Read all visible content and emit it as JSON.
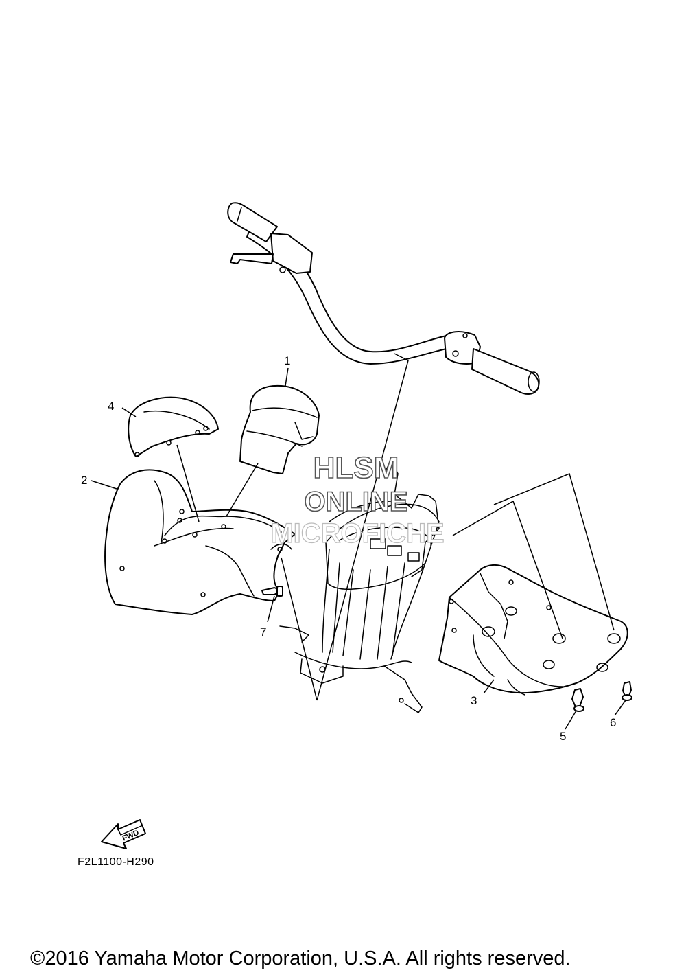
{
  "callouts": [
    "1",
    "2",
    "3",
    "4",
    "5",
    "6",
    "7"
  ],
  "watermark": {
    "line1": "HLSM",
    "line2": "ONLINE",
    "line3": "MICROFICHE"
  },
  "fwd_label": "FWD",
  "diagram_code": "F2L1100-H290",
  "copyright": "©2016 Yamaha Motor Corporation, U.S.A. All rights reserved."
}
